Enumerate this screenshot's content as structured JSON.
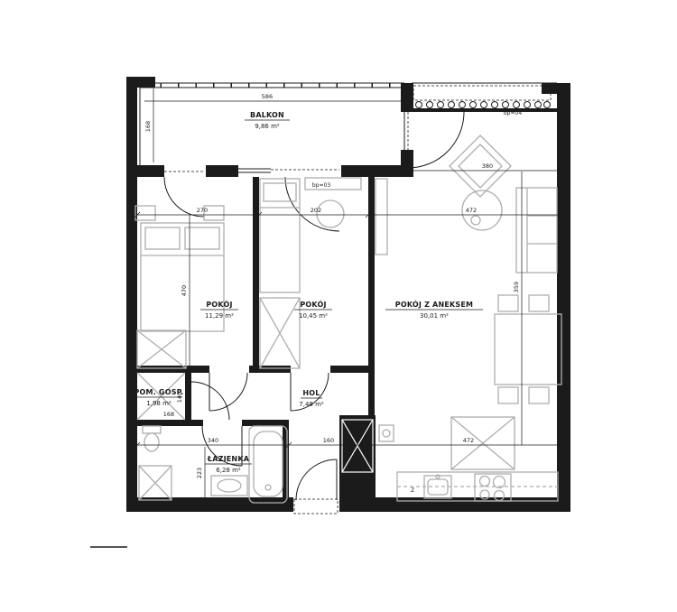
{
  "plan": {
    "rooms": [
      {
        "id": "balkon",
        "name": "BALKON",
        "area": "9,86 m²"
      },
      {
        "id": "pokoj-1",
        "name": "POKÓJ",
        "area": "11,29 m²"
      },
      {
        "id": "pokoj-2",
        "name": "POKÓJ",
        "area": "10,45 m²"
      },
      {
        "id": "pokoj-z-aneksem",
        "name": "POKÓJ Z ANEKSEM",
        "area": "30,01 m²"
      },
      {
        "id": "hol",
        "name": "HOL",
        "area": "7,48 m²"
      },
      {
        "id": "pom-gosp",
        "name": "POM. GOSP.",
        "area": "1,98 m²"
      },
      {
        "id": "lazienka",
        "name": "ŁAZIENKA",
        "area": "6,28 m²"
      }
    ],
    "dimensions": {
      "balcony_width": "586",
      "balcony_depth": "168",
      "room1_width": "270",
      "room1_height": "470",
      "room2_width": "202",
      "living_width": "472",
      "living_top": "380",
      "living_height": "359",
      "pomgosp_height": "140",
      "pomgosp_width": "168",
      "bath_side": "223",
      "bath_width": "340",
      "hall_width": "160",
      "kitchen_width": "472"
    },
    "tags": {
      "blind_room2": "bp=03",
      "blind_living": "bp=04",
      "dishwasher": "Z"
    },
    "colors": {
      "wall": "#1b1b1b",
      "furniture": "#aeaeae",
      "background": "#ffffff"
    }
  }
}
